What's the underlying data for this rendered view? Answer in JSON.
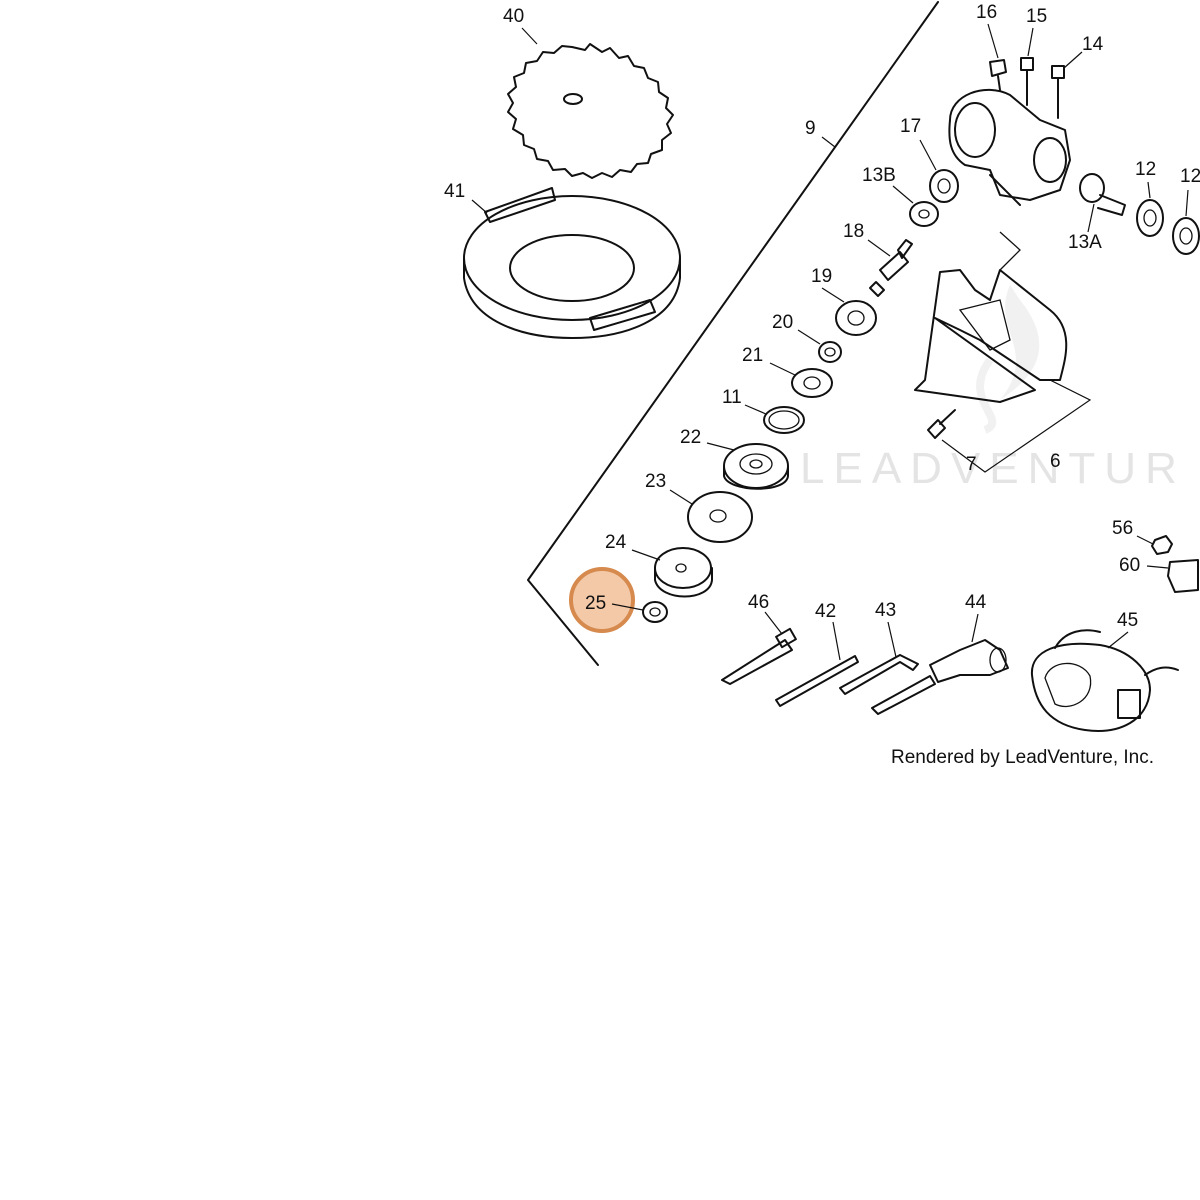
{
  "diagram": {
    "watermark": "LEADVENTUR",
    "credit": "Rendered by LeadVenture, Inc.",
    "highlighted_part": "25",
    "highlight_color": "#f3c9a8",
    "highlight_border_color": "#d68a4e",
    "callouts": {
      "c40": "40",
      "c41": "41",
      "c9": "9",
      "c16": "16",
      "c15": "15",
      "c14": "14",
      "c17": "17",
      "c13B": "13B",
      "c12a": "12",
      "c12b": "12",
      "c13A": "13A",
      "c18": "18",
      "c19": "19",
      "c20": "20",
      "c21": "21",
      "c11": "11",
      "c22": "22",
      "c23": "23",
      "c24": "24",
      "c25": "25",
      "c7": "7",
      "c6": "6",
      "c56": "56",
      "c60": "60",
      "c46": "46",
      "c42": "42",
      "c43": "43",
      "c44": "44",
      "c45": "45"
    }
  }
}
